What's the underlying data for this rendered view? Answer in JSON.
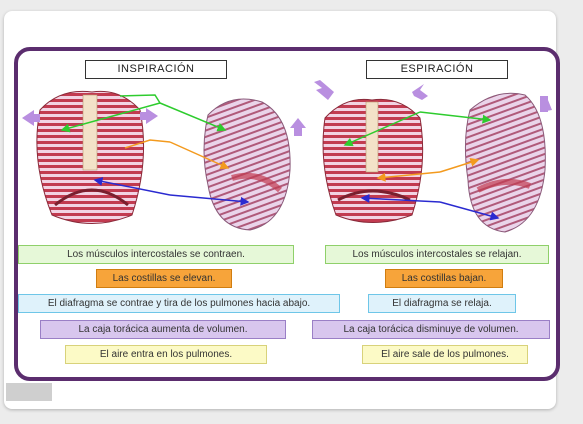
{
  "left": {
    "title": "INSPIRACIÓN",
    "labels": {
      "muscles": "Los músculos intercostales se contraen.",
      "ribs": "Las costillas se elevan.",
      "diaphragm": "El diafragma se contrae y tira de los pulmones hacia abajo.",
      "cavity": "La caja torácica aumenta de volumen.",
      "air": "El aire entra en los pulmones."
    }
  },
  "right": {
    "title": "ESPIRACIÓN",
    "labels": {
      "muscles": "Los músculos intercostales se relajan.",
      "ribs": "Las costillas bajan.",
      "diaphragm": "El diafragma se relaja.",
      "cavity": "La caja torácica disminuye de volumen.",
      "air": "El aire sale de los pulmones."
    }
  },
  "colors": {
    "frame": "#5b2d6e",
    "muscle": "#b8283a",
    "rib": "#f3d6e6",
    "arrow_green": "#2ecc2e",
    "arrow_orange": "#f39a1e",
    "arrow_blue": "#2a2ad0",
    "motion_arrow": "#b98fe0"
  }
}
